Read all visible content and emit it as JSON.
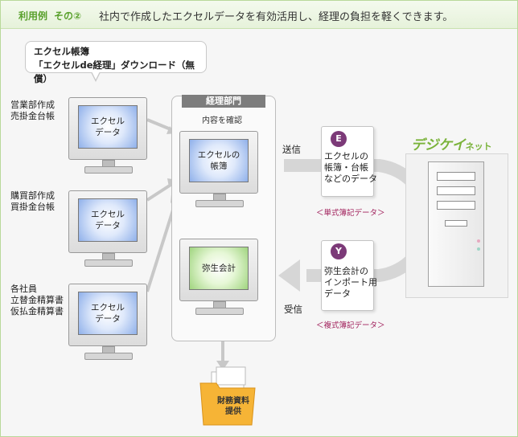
{
  "header": {
    "tag": "利用例",
    "number": "その②",
    "title": "社内で作成したエクセルデータを有効活用し、経理の負担を軽くできます。"
  },
  "callout": {
    "line1": "エクセル帳簿",
    "line2": "「エクセルde経理」ダウンロード（無償）"
  },
  "left_groups": [
    {
      "label_lines": [
        "営業部作成",
        "売掛金台帳"
      ],
      "screen_lines": [
        "エクセル",
        "データ"
      ]
    },
    {
      "label_lines": [
        "購買部作成",
        "買掛金台帳"
      ],
      "screen_lines": [
        "エクセル",
        "データ"
      ]
    },
    {
      "label_lines": [
        "各社員",
        "立替金精算書",
        "仮払金精算書"
      ],
      "screen_lines": [
        "エクセル",
        "データ"
      ]
    }
  ],
  "department": {
    "title": "経理部門",
    "subtitle": "内容を確認",
    "monitor_top": [
      "エクセルの",
      "帳簿"
    ],
    "monitor_bottom": [
      "弥生会計"
    ]
  },
  "send": {
    "label": "送信",
    "badge": "E",
    "doc_lines": [
      "エクセルの",
      "帳簿・台帳",
      "などのデータ"
    ],
    "caption": "＜単式簿記データ＞"
  },
  "receive": {
    "label": "受信",
    "badge": "Y",
    "doc_lines": [
      "弥生会計の",
      "インポート用",
      "データ"
    ],
    "caption": "＜複式簿記データ＞"
  },
  "provider": {
    "logo_main": "デジケイ",
    "logo_sub": "ネット"
  },
  "output": {
    "lines": [
      "財務資料",
      "提供"
    ]
  },
  "colors": {
    "accent_green": "#5aa12d",
    "badge_purple": "#7c3a78",
    "caption_pink": "#a01e5a"
  }
}
